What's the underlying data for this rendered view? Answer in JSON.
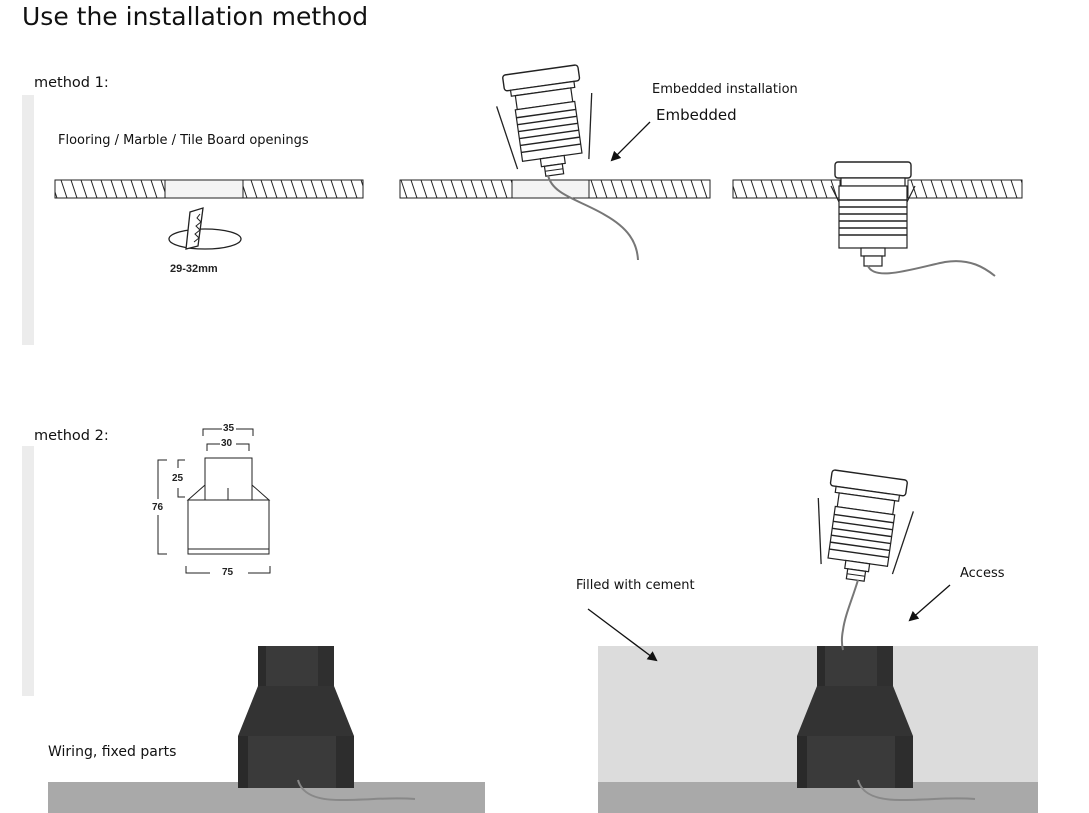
{
  "title": "Use the installation method",
  "method1": {
    "label": "method 1:",
    "panel_caption": "Flooring / Marble / Tile Board openings",
    "hole_size": "29-32mm",
    "embedded_installation": "Embedded installation",
    "embedded": "Embedded"
  },
  "method2": {
    "label": "method 2:",
    "dims": {
      "top_outer": "35",
      "top_inner": "30",
      "upper_height": "25",
      "total_height": "76",
      "base_width": "75"
    },
    "wiring_caption": "Wiring, fixed parts",
    "cement_caption": "Filled with cement",
    "access_caption": "Access"
  },
  "colors": {
    "sidebar": "#ececec",
    "sleeve": "#3a3a3a",
    "cement": "#dcdcdc",
    "ground": "#a9a9a9",
    "cable": "#777777"
  }
}
